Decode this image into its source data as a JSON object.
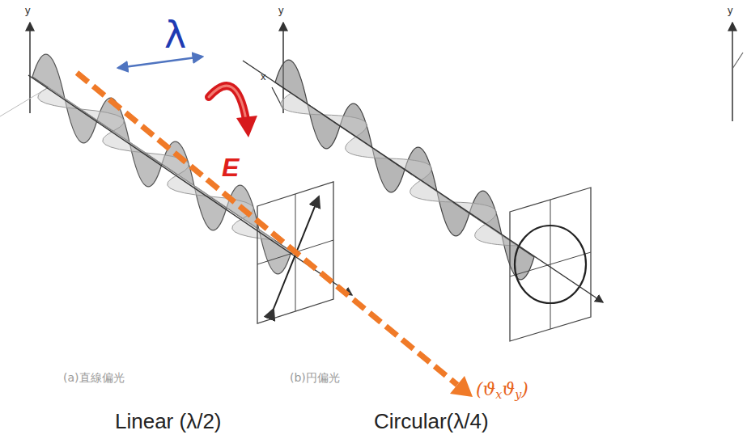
{
  "diagram": {
    "labels": [
      "y",
      "λ",
      "E",
      "(ϑxϑy)",
      "(a)直線偏光",
      "Linear (λ/2)",
      "y",
      "x",
      "(b)円偏光",
      "Circular(λ/4)",
      "y"
    ]
  }
}
